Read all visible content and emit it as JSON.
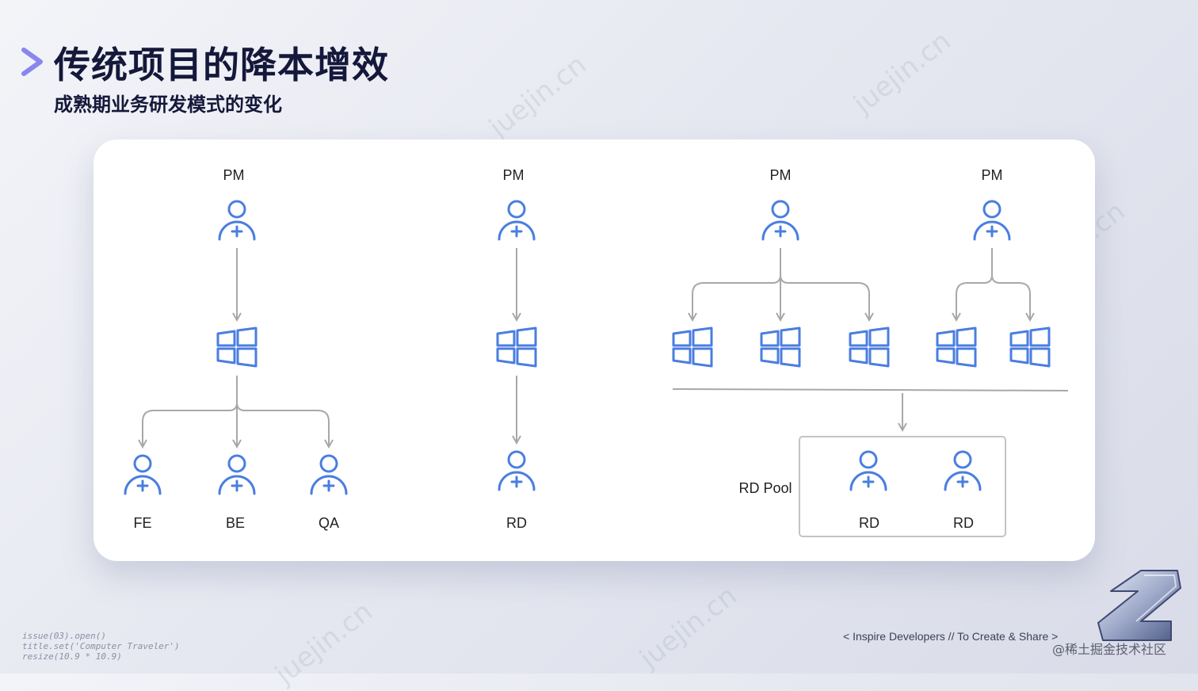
{
  "header": {
    "title": "传统项目的降本增效",
    "subtitle": "成熟期业务研发模式的变化"
  },
  "diagram": {
    "left": {
      "pm_label": "PM",
      "role_labels": [
        "FE",
        "BE",
        "QA"
      ]
    },
    "middle": {
      "pm_label": "PM",
      "rd_label": "RD"
    },
    "right": {
      "pm_labels": [
        "PM",
        "PM"
      ],
      "pool_label": "RD Pool",
      "pool_members": [
        "RD",
        "RD"
      ]
    }
  },
  "footer": {
    "code_lines": [
      "issue(03).open()",
      "title.set('Computer Traveler')",
      "resize(10.9 * 10.9)"
    ],
    "tagline": "< Inspire Developers  //  To Create & Share >",
    "community": "@稀土掘金技术社区"
  },
  "watermark": {
    "text": "juejin.cn"
  },
  "colors": {
    "accent": "#4a7ee0",
    "chevron": "#8a86f0",
    "title": "#14183a",
    "arrow": "#a8a8a8"
  },
  "icons": {
    "person": "person-plus-icon",
    "team": "windows-grid-icon",
    "chevron": "chevron-right-icon",
    "logo": "juejin-logo-icon"
  }
}
